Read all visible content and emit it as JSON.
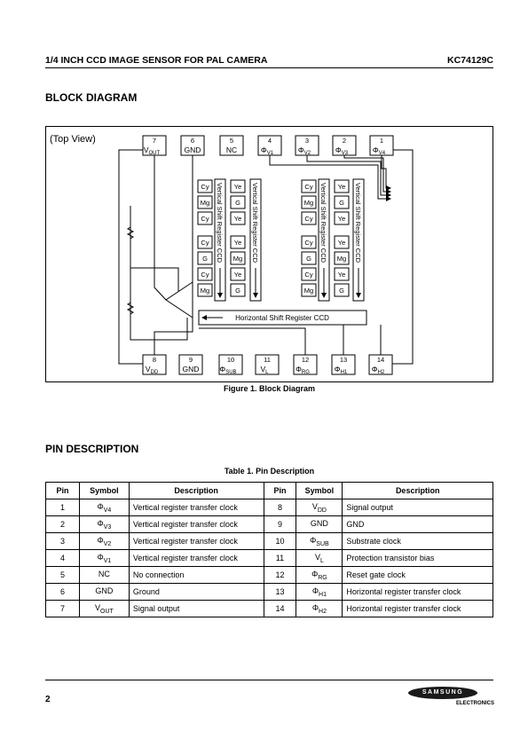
{
  "header": {
    "left": "1/4 INCH CCD IMAGE SENSOR FOR PAL CAMERA",
    "right": "KC74129C"
  },
  "section1": "BLOCK DIAGRAM",
  "diagram": {
    "view_label": "(Top View)",
    "top_pins": [
      {
        "num": "7",
        "main": "V",
        "sub": "OUT"
      },
      {
        "num": "6",
        "main": "GND",
        "sub": ""
      },
      {
        "num": "5",
        "main": "NC",
        "sub": ""
      },
      {
        "num": "4",
        "main": "Φ",
        "sub": "V1"
      },
      {
        "num": "3",
        "main": "Φ",
        "sub": "V2"
      },
      {
        "num": "2",
        "main": "Φ",
        "sub": "V3"
      },
      {
        "num": "1",
        "main": "Φ",
        "sub": "V4"
      }
    ],
    "bottom_pins": [
      {
        "num": "8",
        "main": "V",
        "sub": "DD"
      },
      {
        "num": "9",
        "main": "GND",
        "sub": ""
      },
      {
        "num": "10",
        "main": "Φ",
        "sub": "SUB"
      },
      {
        "num": "11",
        "main": "V",
        "sub": "L"
      },
      {
        "num": "12",
        "main": "Φ",
        "sub": "RG"
      },
      {
        "num": "13",
        "main": "Φ",
        "sub": "H1"
      },
      {
        "num": "14",
        "main": "Φ",
        "sub": "H2"
      }
    ],
    "left_pixels": [
      [
        "Cy",
        "Ye"
      ],
      [
        "Mg",
        "G"
      ],
      [
        "Cy",
        "Ye"
      ],
      [
        "Cy",
        "Ye"
      ],
      [
        "G",
        "Mg"
      ],
      [
        "Cy",
        "Ye"
      ],
      [
        "Mg",
        "G"
      ]
    ],
    "right_pixels": [
      [
        "Cy",
        "Ye"
      ],
      [
        "Mg",
        "G"
      ],
      [
        "Cy",
        "Ye"
      ],
      [
        "Cy",
        "Ye"
      ],
      [
        "G",
        "Mg"
      ],
      [
        "Cy",
        "Ye"
      ],
      [
        "Mg",
        "G"
      ]
    ],
    "vreg_label": "Vertical Shift Register CCD",
    "hreg_label": "Horizontal Shift Register CCD",
    "colors": {
      "line": "#000000"
    }
  },
  "figure_caption": "Figure 1. Block Diagram",
  "section2": "PIN DESCRIPTION",
  "table_caption": "Table 1. Pin Description",
  "table": {
    "headers": [
      "Pin",
      "Symbol",
      "Description",
      "Pin",
      "Symbol",
      "Description"
    ],
    "rows": [
      {
        "p1": "1",
        "s1": "Φ",
        "s1sub": "V4",
        "d1": "Vertical register transfer clock",
        "p2": "8",
        "s2": "V",
        "s2sub": "DD",
        "d2": "Signal output"
      },
      {
        "p1": "2",
        "s1": "Φ",
        "s1sub": "V3",
        "d1": "Vertical register transfer clock",
        "p2": "9",
        "s2": "GND",
        "s2sub": "",
        "d2": "GND"
      },
      {
        "p1": "3",
        "s1": "Φ",
        "s1sub": "V2",
        "d1": "Vertical register transfer clock",
        "p2": "10",
        "s2": "Φ",
        "s2sub": "SUB",
        "d2": "Substrate clock"
      },
      {
        "p1": "4",
        "s1": "Φ",
        "s1sub": "V1",
        "d1": "Vertical register transfer clock",
        "p2": "11",
        "s2": "V",
        "s2sub": "L",
        "d2": "Protection transistor bias"
      },
      {
        "p1": "5",
        "s1": "NC",
        "s1sub": "",
        "d1": "No connection",
        "p2": "12",
        "s2": "Φ",
        "s2sub": "RG",
        "d2": "Reset gate clock"
      },
      {
        "p1": "6",
        "s1": "GND",
        "s1sub": "",
        "d1": "Ground",
        "p2": "13",
        "s2": "Φ",
        "s2sub": "H1",
        "d2": "Horizontal register transfer clock"
      },
      {
        "p1": "7",
        "s1": "V",
        "s1sub": "OUT",
        "d1": "Signal output",
        "p2": "14",
        "s2": "Φ",
        "s2sub": "H2",
        "d2": "Horizontal register transfer clock"
      }
    ]
  },
  "footer": {
    "page": "2",
    "logo": "SAMSUNG",
    "logo_sub": "ELECTRONICS"
  }
}
